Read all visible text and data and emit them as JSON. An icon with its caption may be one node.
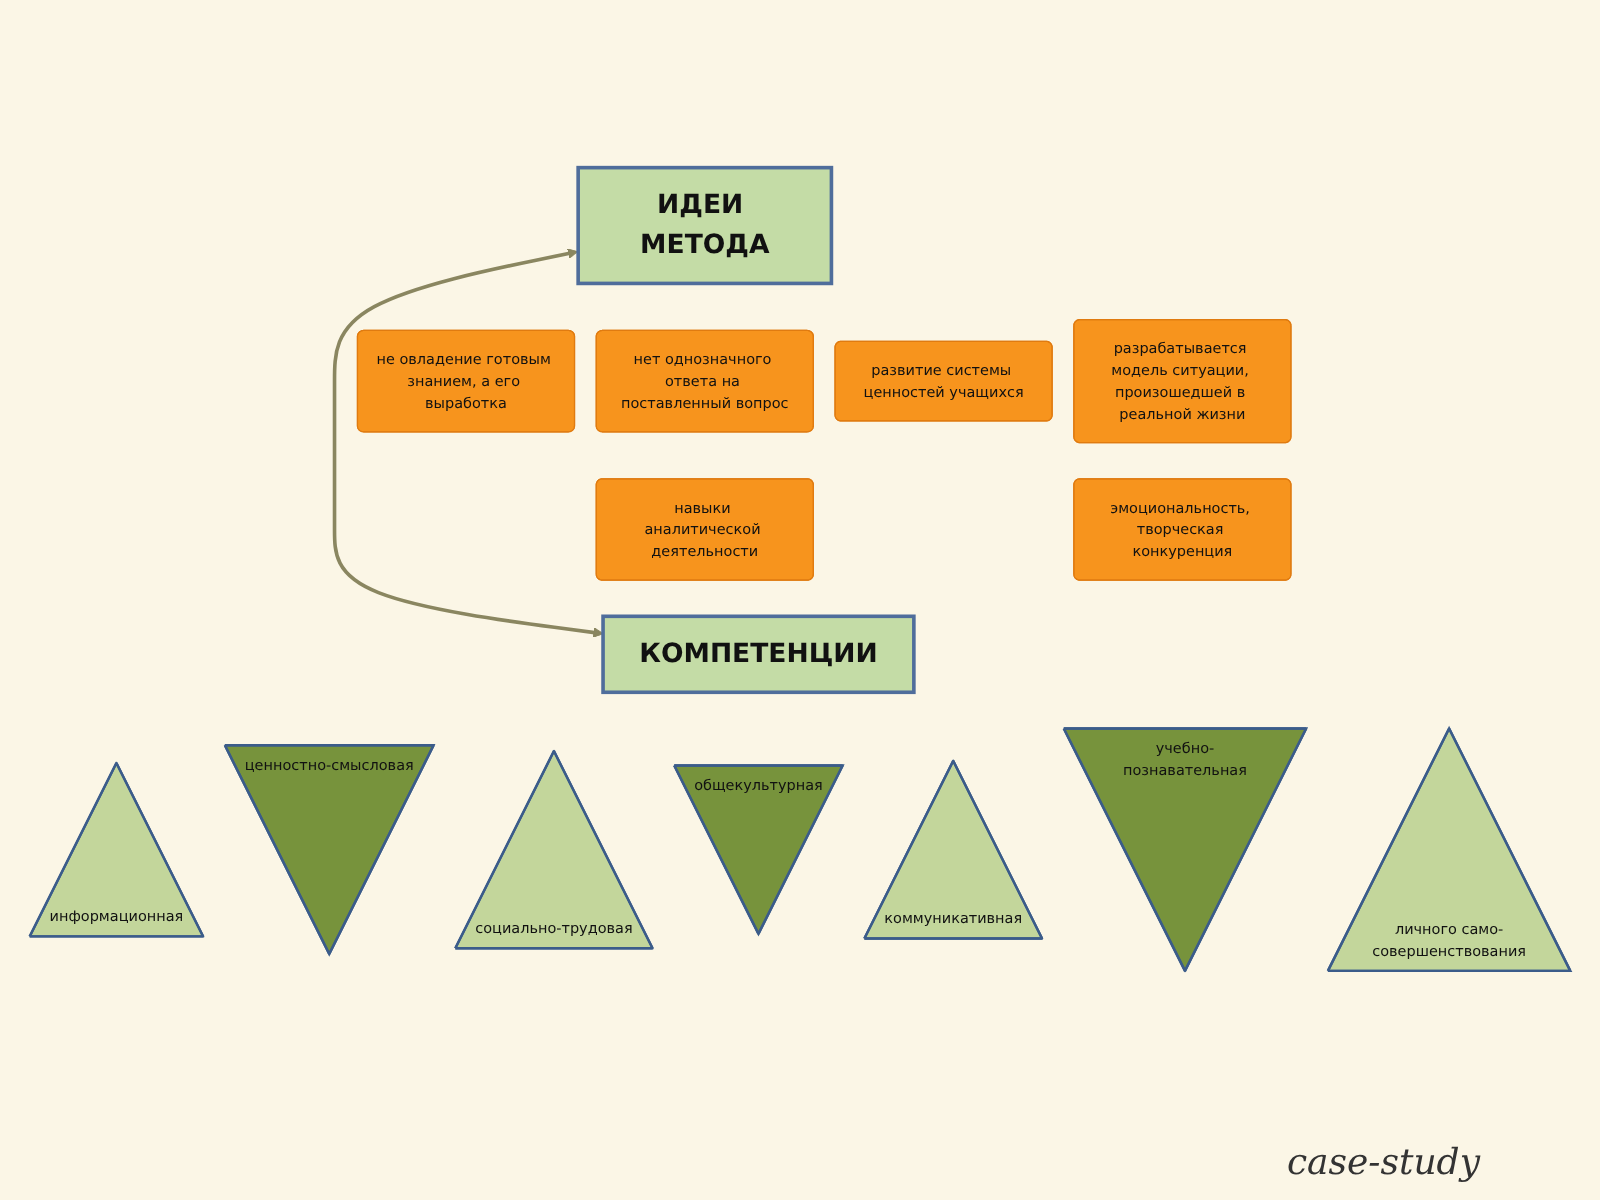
{
  "diagram": {
    "nodes": [
      {
        "text": [
          "ИДЕИ МЕТОДА"
        ]
      },
      {
        "text": [
          "нет однозначного ответа на поставленный вопрос"
        ]
      },
      {
        "text": [
          "не овладение готовым знанием, а его выработка"
        ]
      },
      {
        "text": [
          "разрабатывается модель ситуации, произошедшей в реальной жизни"
        ]
      },
      {
        "text": [
          "развитие системы ценностей учащихся"
        ]
      },
      {
        "text": [
          "навыки аналитической деятельности"
        ]
      },
      {
        "text": [
          "эмоциональность, творческая конкуренция"
        ]
      },
      {
        "text": [
          "КОМПЕТЕНЦИИ"
        ]
      },
      {
        "text": [
          "информационная"
        ]
      },
      {
        "text": [
          "ценностно-смысловая"
        ]
      },
      {
        "text": [
          "социально-трудовая"
        ]
      },
      {
        "text": [
          "общекультурная"
        ]
      },
      {
        "text": [
          "коммуникативная"
        ]
      },
      {
        "text": [
          "учебно-познавательная"
        ]
      },
      {
        "text": [
          "личного само-совершенствования"
        ]
      }
    ],
    "edges": [
      {
        "from": 0,
        "to": 7,
        "arrow": "both"
      }
    ],
    "labels": [
      "case-study"
    ]
  }
}
